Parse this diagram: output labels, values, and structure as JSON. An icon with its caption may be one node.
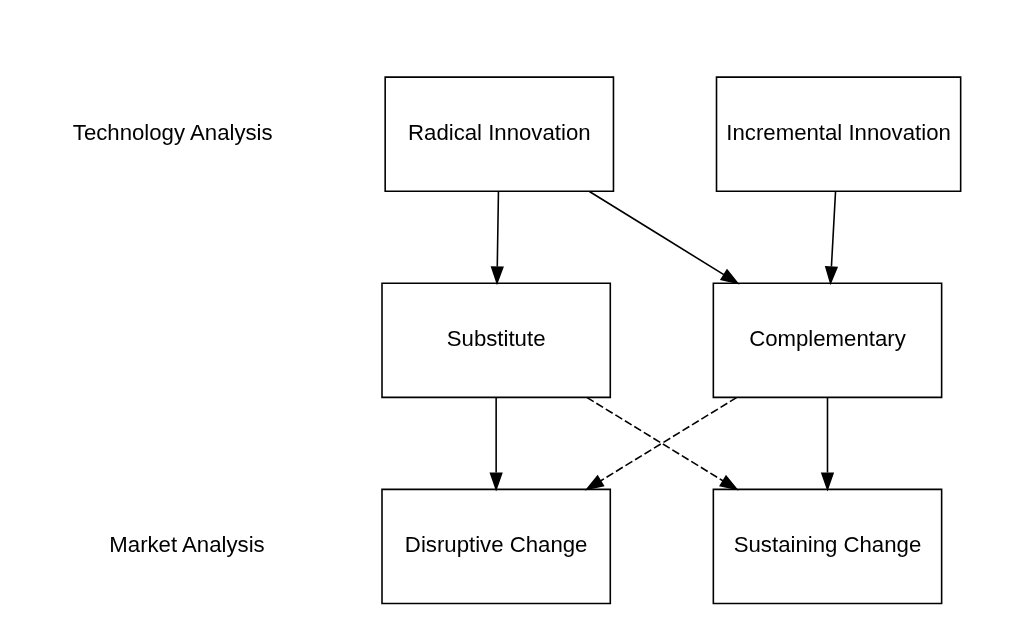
{
  "diagram": {
    "nodes": [
      {
        "text": [
          "Incremental Innovation"
        ]
      },
      {
        "text": [
          "Radical Innovation"
        ]
      },
      {
        "text": [
          "Complementary"
        ]
      },
      {
        "text": [
          "Substitute"
        ]
      },
      {
        "text": [
          "Sustaining Change"
        ]
      },
      {
        "text": [
          "Disruptive Change"
        ]
      }
    ],
    "edges": [
      {
        "from": 0,
        "to": 2,
        "arrow": "to"
      },
      {
        "from": 1,
        "to": 2,
        "arrow": "to"
      },
      {
        "from": 1,
        "to": 3,
        "arrow": "to"
      },
      {
        "from": 2,
        "to": 4,
        "arrow": "to"
      },
      {
        "from": 3,
        "to": 5,
        "arrow": "to"
      },
      {
        "from": 2,
        "to": 5,
        "arrow": "to",
        "style": "dashed"
      },
      {
        "from": 3,
        "to": 4,
        "arrow": "to",
        "style": "dashed"
      }
    ],
    "labels": [
      "Technology Analysis",
      "Market Analysis"
    ]
  }
}
